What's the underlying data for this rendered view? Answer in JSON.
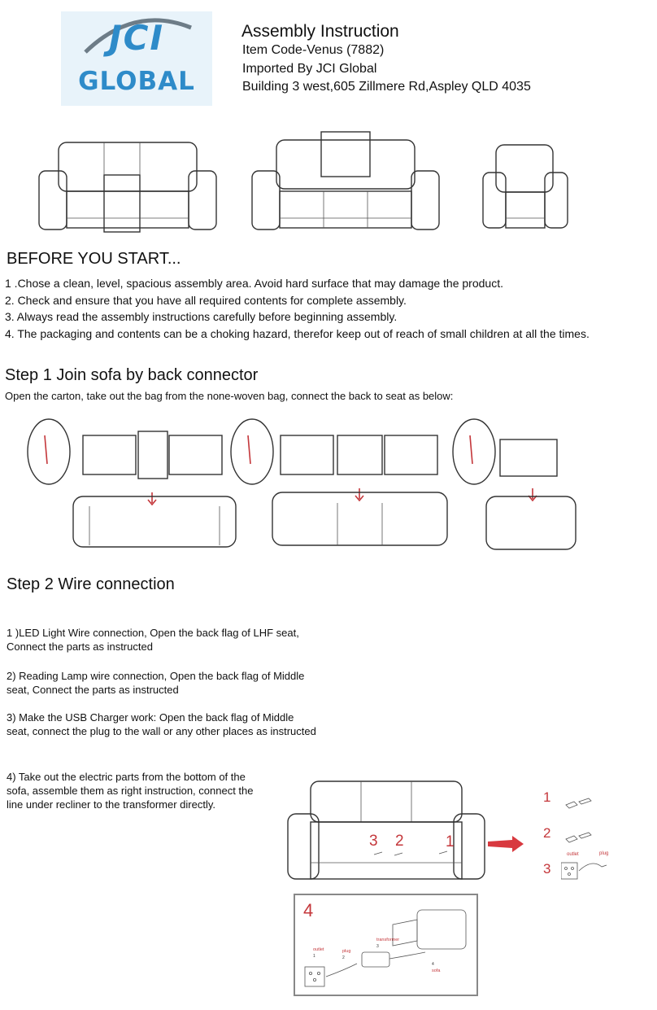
{
  "logo": {
    "top": "JCI",
    "bottom": "GLOBAL"
  },
  "header": {
    "title": "Assembly Instruction",
    "item_code": "Item Code-Venus (7882)",
    "importer": "Imported By JCI Global",
    "address": "Building 3 west,605 Zillmere Rd,Aspley QLD 4035"
  },
  "before": {
    "heading": "BEFORE YOU START...",
    "items": [
      "1 .Chose a clean, level, spacious assembly area. Avoid hard surface that may damage the product.",
      "2. Check and ensure that you have all required contents for complete assembly.",
      "3. Always read the assembly instructions carefully before beginning assembly.",
      "4. The packaging and contents can be a choking hazard, therefor keep out of reach of small children at all the times."
    ]
  },
  "step1": {
    "heading": "Step 1 Join sofa by back connector",
    "text": "Open the carton, take out the bag from the none-woven bag, connect the back to seat as below:"
  },
  "step2": {
    "heading": "Step 2 Wire connection",
    "items": [
      [
        "1 )LED Light Wire connection, Open the back flag of LHF seat,",
        "Connect the parts as instructed"
      ],
      [
        "2) Reading Lamp wire connection, Open the back flag of Middle",
        "seat, Connect the parts as instructed"
      ],
      [
        "3) Make the USB Charger work: Open the back flag of Middle",
        "seat, connect the plug to the wall or any other places as instructed"
      ],
      [
        "4) Take out the electric parts from the bottom of the",
        "sofa, assemble them as right instruction, connect the",
        "line under recliner to the transformer directly."
      ]
    ]
  },
  "diagram": {
    "seat_numbers": [
      "3",
      "2",
      "1"
    ],
    "part_numbers": [
      "1",
      "2",
      "3"
    ],
    "part3_labels": [
      "outlet",
      "plug"
    ],
    "box_number": "4",
    "box_labels": [
      "outlet",
      "plug",
      "transformer",
      "sofa"
    ],
    "box_indices": [
      "1",
      "2",
      "3",
      "4"
    ]
  }
}
